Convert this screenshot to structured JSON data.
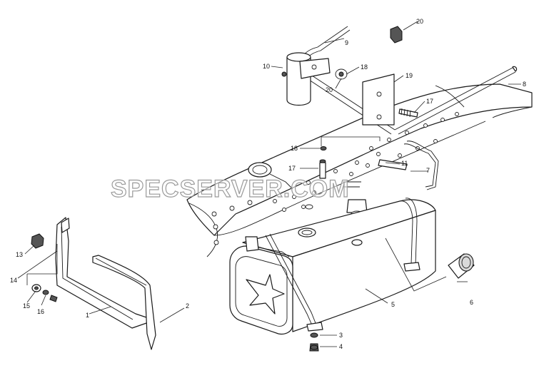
{
  "watermark": "SPECSERVER.COM",
  "callouts": {
    "c1": "1",
    "c2": "2",
    "c3": "3",
    "c4": "4",
    "c5": "5",
    "c6": "6",
    "c7": "7",
    "c8": "8",
    "c9": "9",
    "c10": "10",
    "c11": "11",
    "c13": "13",
    "c14": "14",
    "c15": "15",
    "c16": "16",
    "c17a": "17",
    "c17b": "17",
    "c18a": "18",
    "c18b": "18",
    "c19": "19",
    "c20a": "20",
    "c20b": "20"
  }
}
